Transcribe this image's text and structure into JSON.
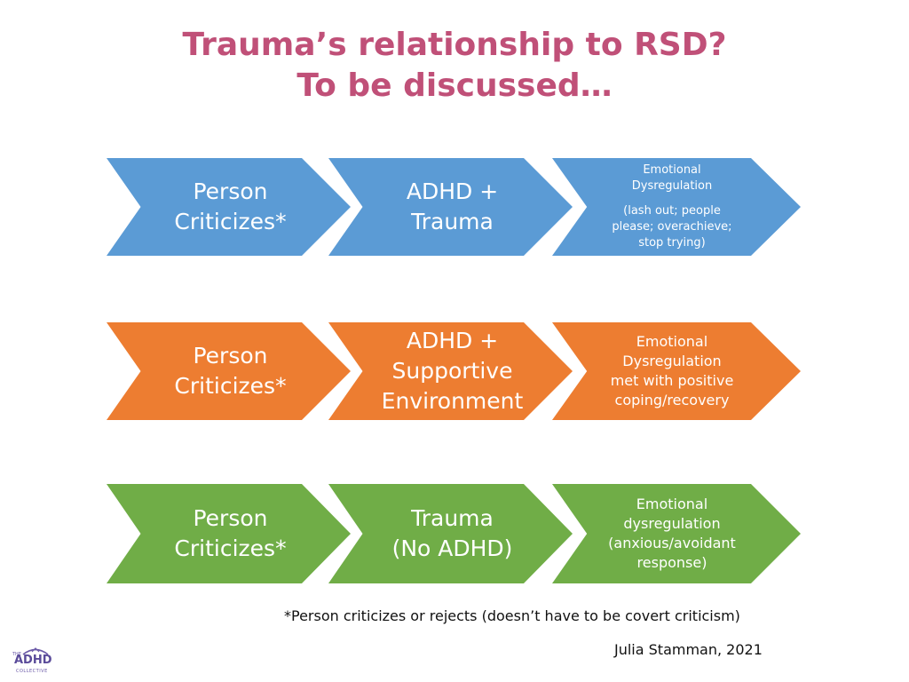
{
  "title": {
    "line1": "Trauma’s relationship to RSD?",
    "line2": "To be discussed…"
  },
  "rows": [
    {
      "color": "#5b9bd5",
      "steps": [
        {
          "text": "Person\nCriticizes*"
        },
        {
          "text": "ADHD +\nTrauma"
        },
        {
          "text": "Emotional\nDysregulation",
          "sub": "(lash out; people\nplease; overachieve;\nstop trying)"
        }
      ]
    },
    {
      "color": "#ed7d31",
      "steps": [
        {
          "text": "Person\nCriticizes*"
        },
        {
          "text": "ADHD +\nSupportive\nEnvironment"
        },
        {
          "text": "Emotional\nDysregulation\nmet with positive\ncoping/recovery"
        }
      ]
    },
    {
      "color": "#70ad47",
      "steps": [
        {
          "text": "Person\nCriticizes*"
        },
        {
          "text": "Trauma\n(No ADHD)"
        },
        {
          "text": "Emotional\ndysregulation\n(anxious/avoidant\nresponse)"
        }
      ]
    }
  ],
  "footnote": "*Person criticizes or rejects (doesn’t have to be covert criticism)",
  "credit": "Julia Stamman, 2021",
  "logo": {
    "the": "THE",
    "main": "ADHD",
    "sub": "COLLECTIVE",
    "color": "#5a4b9a"
  }
}
